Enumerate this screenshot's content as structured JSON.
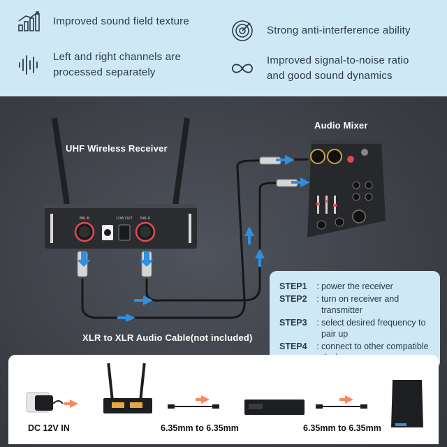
{
  "features": [
    {
      "icon": "bar-chart-icon",
      "text": "Improved sound field texture"
    },
    {
      "icon": "waveform-icon",
      "text": "Left and right channels are\nprocessed separately"
    },
    {
      "icon": "signal-rings-icon",
      "text": "Strong anti-interference ability"
    },
    {
      "icon": "infinity-icon",
      "text": "Improved signal-to-noise ratio\nand good sound dynamics"
    }
  ],
  "diagram": {
    "receiver_label": "UHF Wireless Receiver",
    "mixer_label": "Audio Mixer",
    "cable_label": "XLR to XLR Audio Cable(not included)",
    "receiver_panel": {
      "ch_b": "BAL B",
      "ch_a": "BAL A",
      "io": "LOW OUT"
    }
  },
  "steps": [
    {
      "key": "STEP1",
      "text": "power the receiver"
    },
    {
      "key": "STEP2",
      "text": "turn on receiver and transmitter"
    },
    {
      "key": "STEP3",
      "text": "select desired frequency to pair up"
    },
    {
      "key": "STEP4",
      "text": "connect to other compatible devices"
    }
  ],
  "bottom": {
    "power_label": "DC 12V IN",
    "cable1_label": "6.35mm to 6.35mm",
    "cable2_label": "6.35mm to 6.35mm"
  },
  "colors": {
    "band": "#cfe8f6",
    "arrow_blue": "#2f8fe0",
    "arrow_orange": "#f58b5e",
    "dark_bg": "#3f4249"
  }
}
